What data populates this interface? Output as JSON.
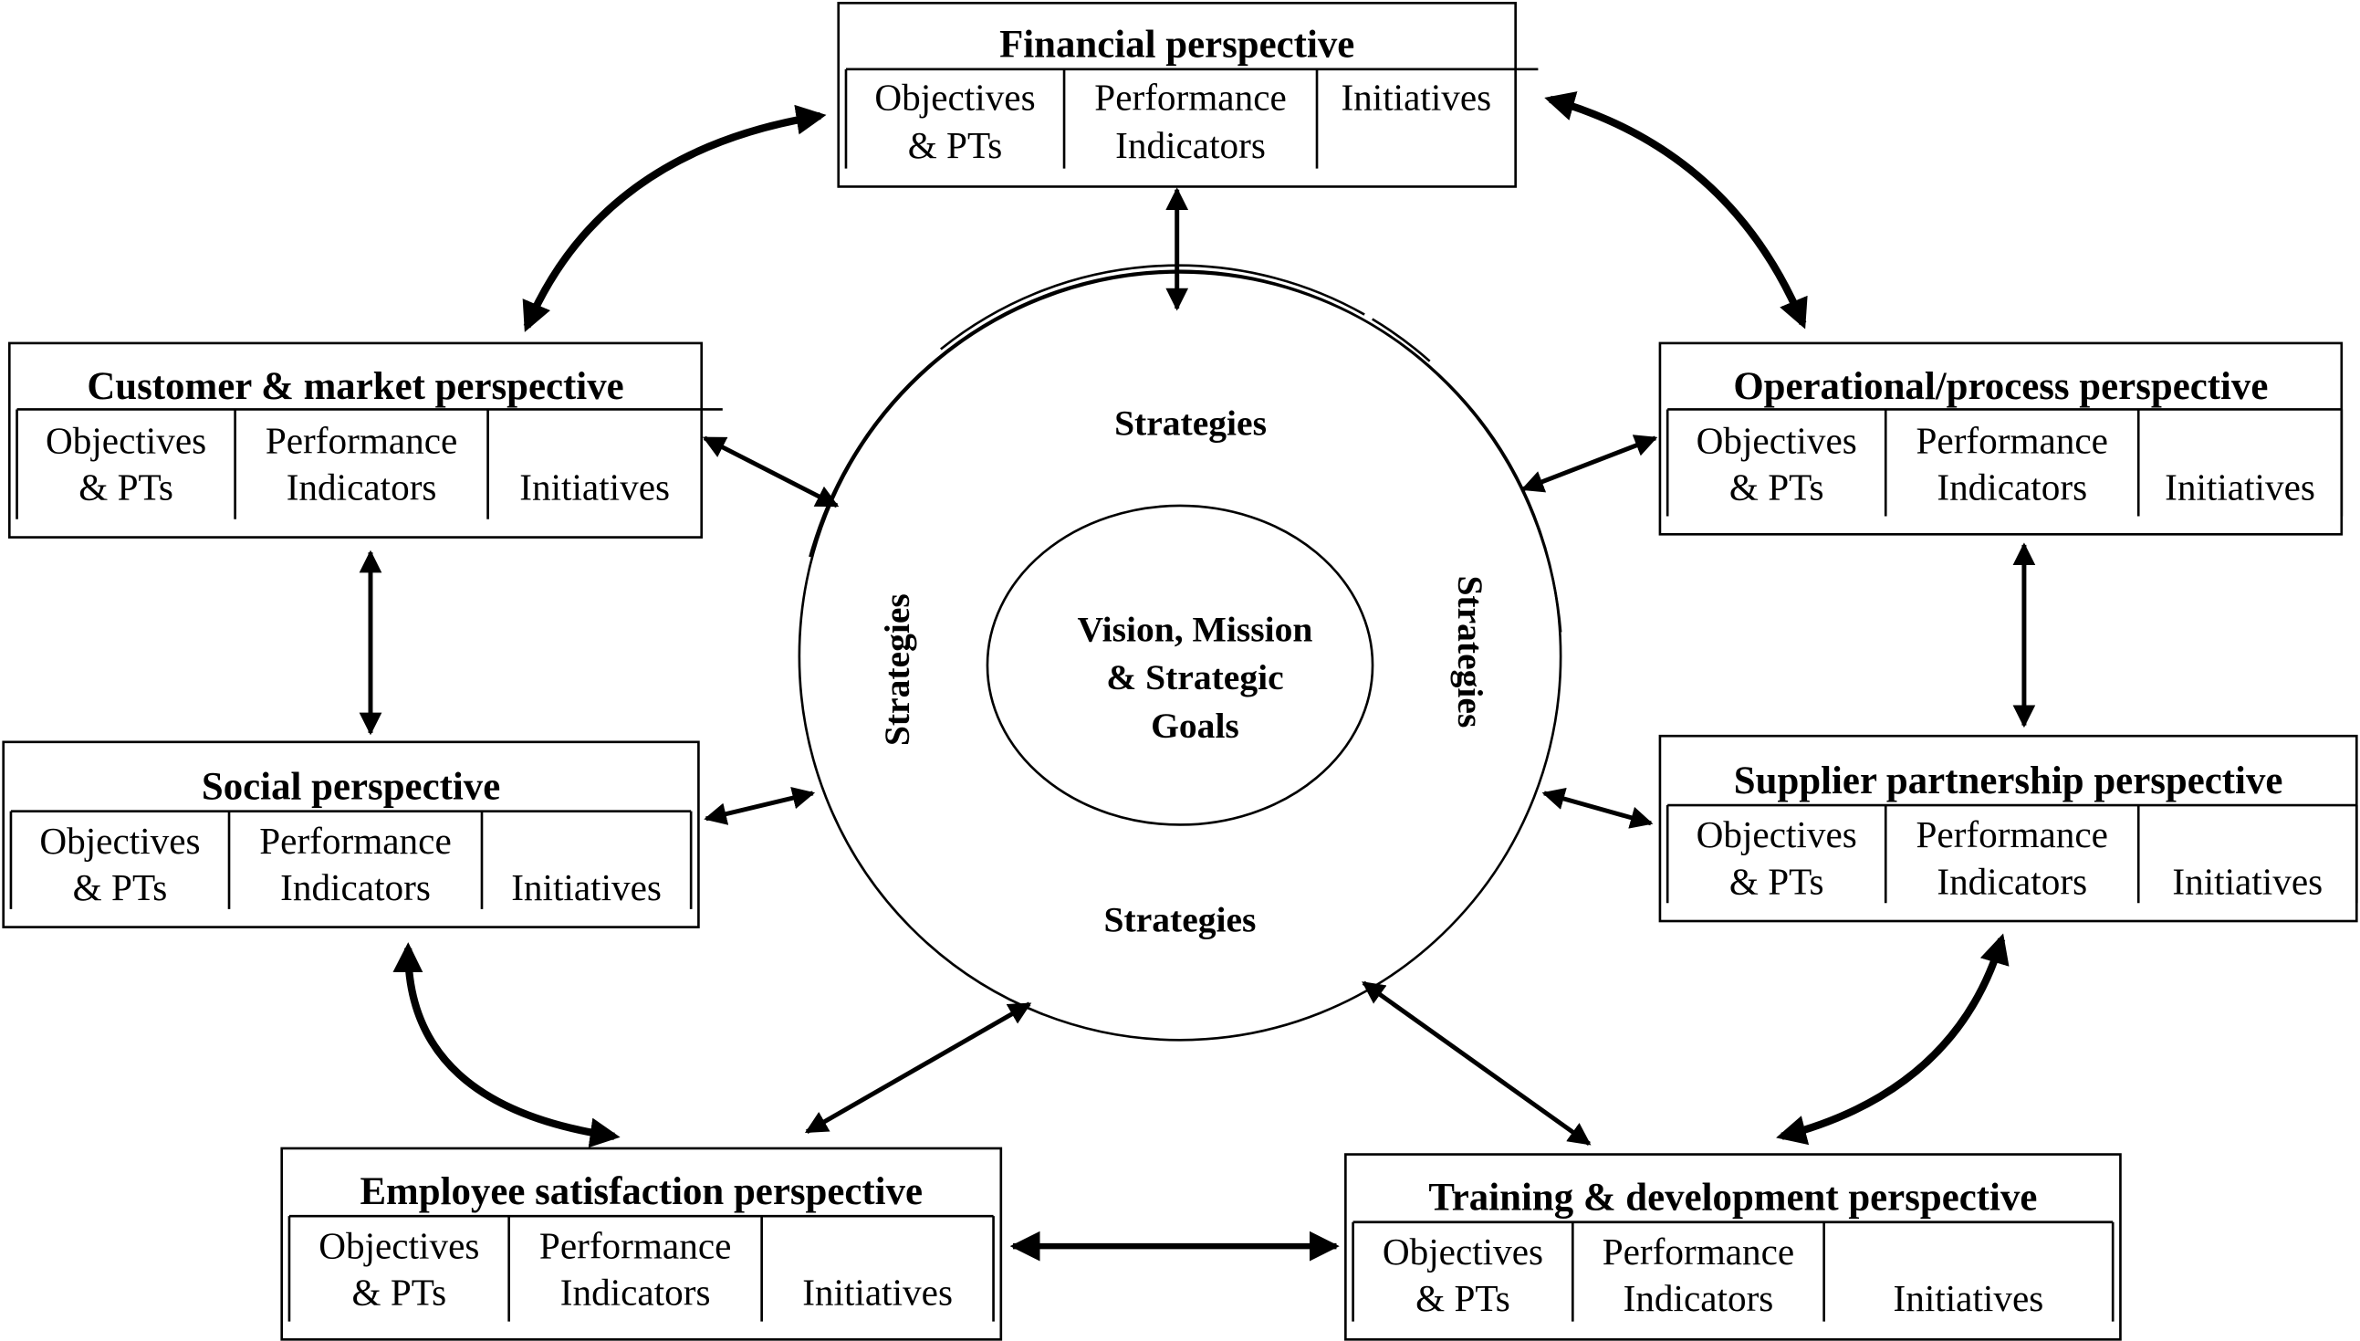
{
  "center": {
    "line1": "Vision, Mission",
    "line2": "& Strategic",
    "line3": "Goals"
  },
  "ring": {
    "top": "Strategies",
    "bottom": "Strategies",
    "left": "Strategies",
    "right": "Strategies"
  },
  "columns": {
    "objectives_1": "Objectives",
    "objectives_2": "& PTs",
    "indicators_1": "Performance",
    "indicators_2": "Indicators",
    "initiatives": "Initiatives"
  },
  "perspectives": [
    {
      "title": "Financial perspective"
    },
    {
      "title": "Customer & market perspective"
    },
    {
      "title": "Operational/process perspective"
    },
    {
      "title": "Social perspective"
    },
    {
      "title": "Supplier partnership perspective"
    },
    {
      "title": "Employee satisfaction perspective"
    },
    {
      "title": "Training & development perspective"
    }
  ]
}
